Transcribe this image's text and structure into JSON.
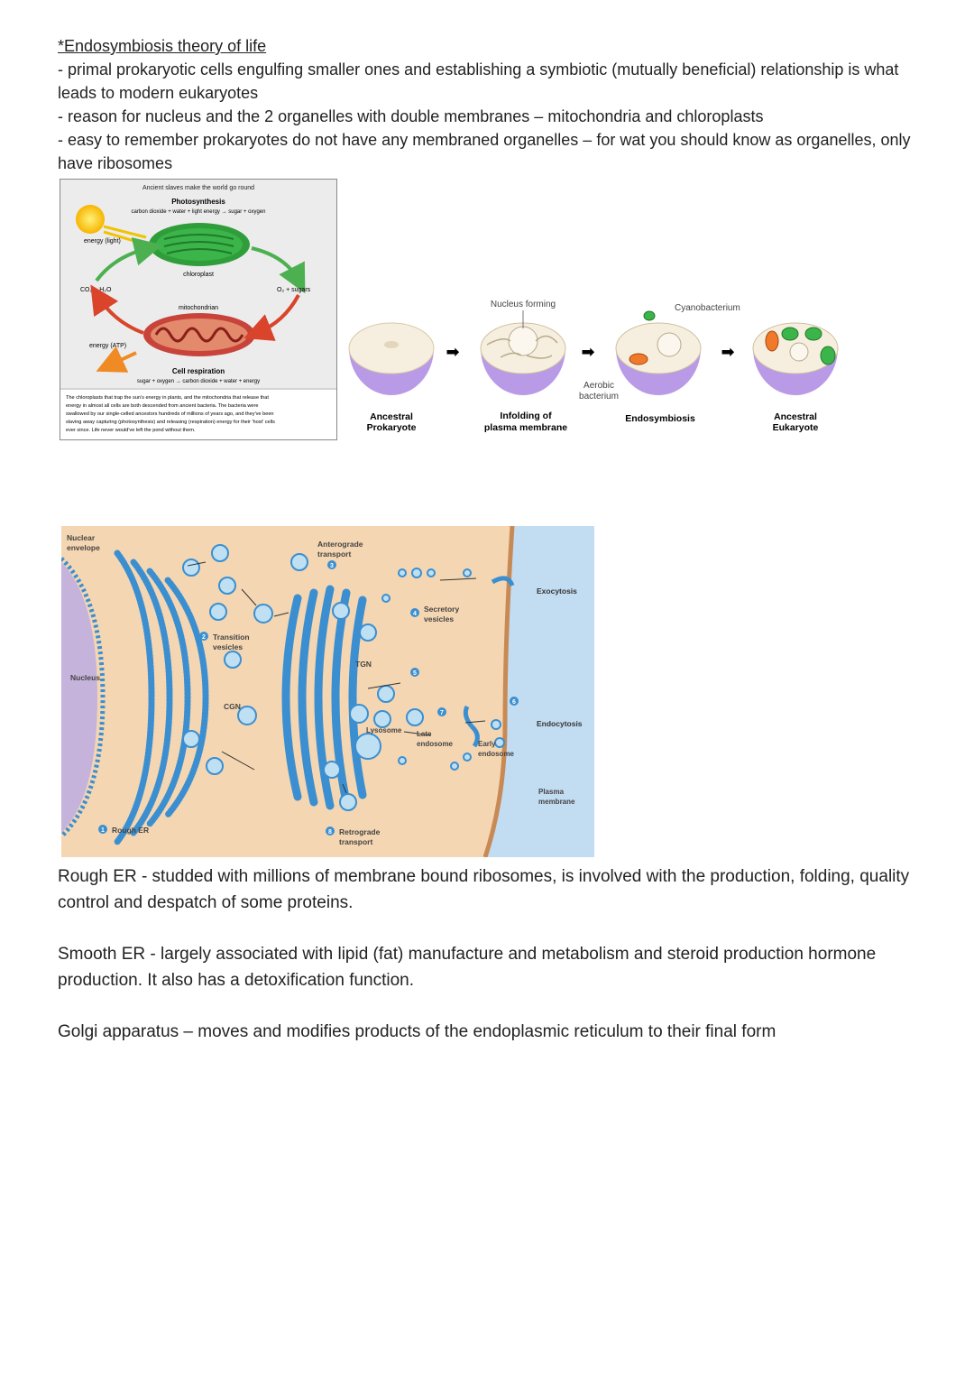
{
  "notes": {
    "title": "*Endosymbiosis theory of life",
    "lines": [
      "- primal prokaryotic cells engulfing smaller ones and establishing a symbiotic (mutually beneficial) relationship is what leads to modern eukaryotes",
      "- reason for nucleus and the 2 organelles with double membranes – mitochondria and chloroplasts",
      "- easy to remember prokaryotes do not have any membraned organelles – for wat you should know as organelles, only have ribosomes"
    ]
  },
  "cycle_figure": {
    "heading": "Ancient slaves make the world go round",
    "photosynthesis_title": "Photosynthesis",
    "photosynthesis_equation": "carbon dioxide + water + light energy → sugar + oxygen",
    "energy_light": "energy (light)",
    "chloroplast": "chloroplast",
    "co2_h2o": "CO₂ + H₂O",
    "o2_sugars": "O₂ + sugars",
    "mitochondrian": "mitochondrian",
    "energy_atp": "energy (ATP)",
    "respiration_title": "Cell respiration",
    "respiration_equation": "sugar + oxygen → carbon dioxide + water + energy",
    "caption": [
      "The chloroplasts that trap the sun's energy in plants, and the mitochondria that release that",
      "energy in almost all cells are both descended from ancient bacteria. The bacteria were",
      "swallowed by our single-celled ancestors hundreds of millions of years ago, and they've been",
      "slaving away capturing (photosynthesis) and releasing (respiration) energy for their 'host' cells",
      "ever since. Life never would've left the pond without them."
    ]
  },
  "endo_figure": {
    "nucleus_forming": "Nucleus forming",
    "cyanobacterium": "Cyanobacterium",
    "aerobic_1": "Aerobic",
    "aerobic_2": "bacterium",
    "stage1_a": "Ancestral",
    "stage1_b": "Prokaryote",
    "stage2_a": "Infolding of",
    "stage2_b": "plasma membrane",
    "stage3": "Endosymbiosis",
    "stage4_a": "Ancestral",
    "stage4_b": "Eukaryote"
  },
  "golgi_figure": {
    "nuclear_1": "Nuclear",
    "nuclear_2": "envelope",
    "nucleus": "Nucleus",
    "rough_er": "Rough ER",
    "rough_er_num": "1",
    "transition_1": "Transition",
    "transition_2": "vesicles",
    "transition_num": "2",
    "cgn": "CGN",
    "antero_1": "Anterograde",
    "antero_2": "transport",
    "antero_num": "3",
    "tgn": "TGN",
    "secretory_1": "Secretory",
    "secretory_2": "vesicles",
    "secretory_num": "4",
    "num5": "5",
    "exocytosis": "Exocytosis",
    "lysosome": "Lysosome",
    "late_1": "Late",
    "late_2": "endosome",
    "num7": "7",
    "early_1": "Early",
    "early_2": "endosome",
    "num6": "6",
    "endocytosis": "Endocytosis",
    "plasma_1": "Plasma",
    "plasma_2": "membrane",
    "retro_1": "Retrograde",
    "retro_2": "transport",
    "retro_num": "8"
  },
  "paragraphs": {
    "rough_er": "Rough ER - studded with millions of membrane bound ribosomes, is involved with the production, folding, quality control and despatch of some proteins.",
    "smooth_er": "Smooth ER - largely associated with lipid (fat) manufacture and metabolism and steroid production hormone production. It also has a detoxification function.",
    "golgi": "Golgi apparatus – moves and modifies products of the endoplasmic reticulum to their final form"
  }
}
